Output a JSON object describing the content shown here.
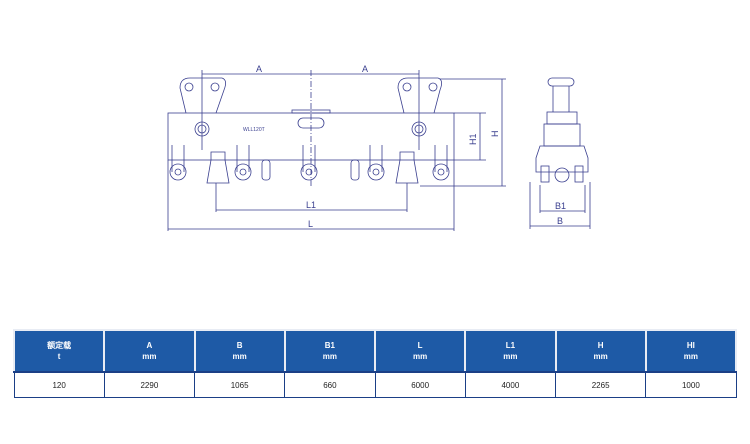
{
  "drawing": {
    "labels": {
      "a_left": "A",
      "a_right": "A",
      "wll": "WLL120T",
      "l1": "L1",
      "l": "L",
      "h1": "H1",
      "h": "H",
      "b1": "B1",
      "b": "B"
    },
    "line_color": "#3a3f8f"
  },
  "table": {
    "header_color": "#1e5aa6",
    "columns": [
      {
        "name": "额定载",
        "unit": "t"
      },
      {
        "name": "A",
        "unit": "mm"
      },
      {
        "name": "B",
        "unit": "mm"
      },
      {
        "name": "B1",
        "unit": "mm"
      },
      {
        "name": "L",
        "unit": "mm"
      },
      {
        "name": "L1",
        "unit": "mm"
      },
      {
        "name": "H",
        "unit": "mm"
      },
      {
        "name": "HI",
        "unit": "mm"
      }
    ],
    "rows": [
      [
        "120",
        "2290",
        "1065",
        "660",
        "6000",
        "4000",
        "2265",
        "1000"
      ]
    ]
  }
}
